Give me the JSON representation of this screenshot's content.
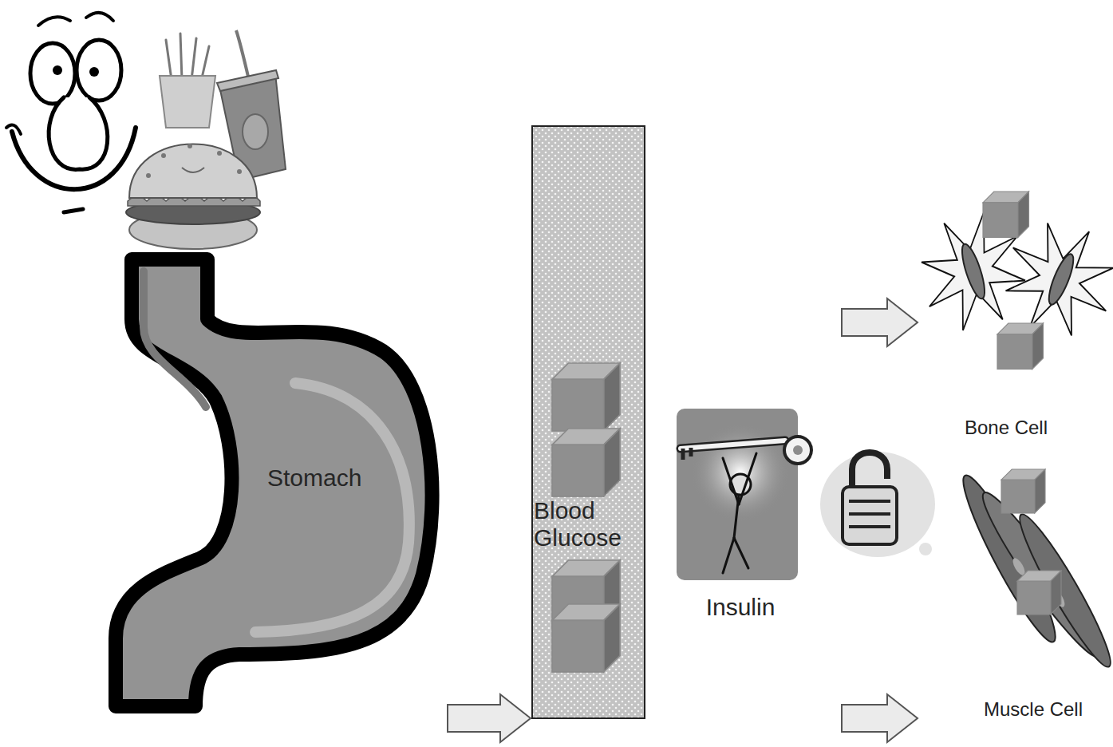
{
  "diagram": {
    "nodes": [
      {
        "text": [
          "Stomach"
        ]
      },
      {
        "text": [
          "Blood Glucose"
        ]
      },
      {
        "text": [
          "Insulin"
        ]
      },
      {
        "text": [
          "Bone Cell"
        ]
      },
      {
        "text": [
          "Muscle Cell"
        ]
      }
    ],
    "edges": [
      {
        "from": 0,
        "to": 1,
        "arrow": "to"
      }
    ]
  }
}
